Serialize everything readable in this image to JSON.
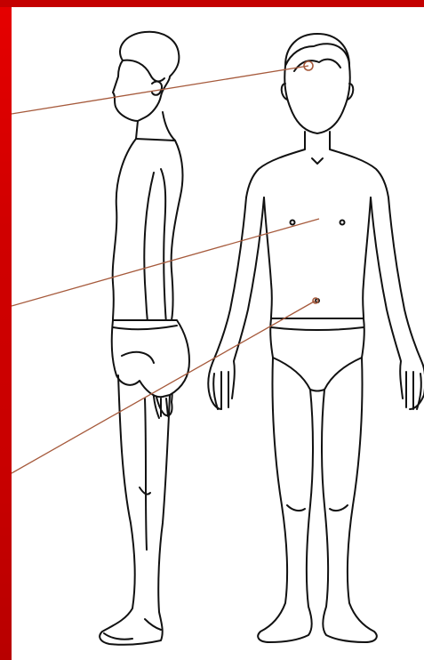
{
  "figure": {
    "type": "anatomical-outline",
    "views": [
      "side-view",
      "front-view"
    ],
    "leader_line_count": 3
  },
  "colors": {
    "frame_red": "#d00000",
    "leader_line": "#a65a3c",
    "outline": "#111111",
    "background": "#ffffff"
  }
}
